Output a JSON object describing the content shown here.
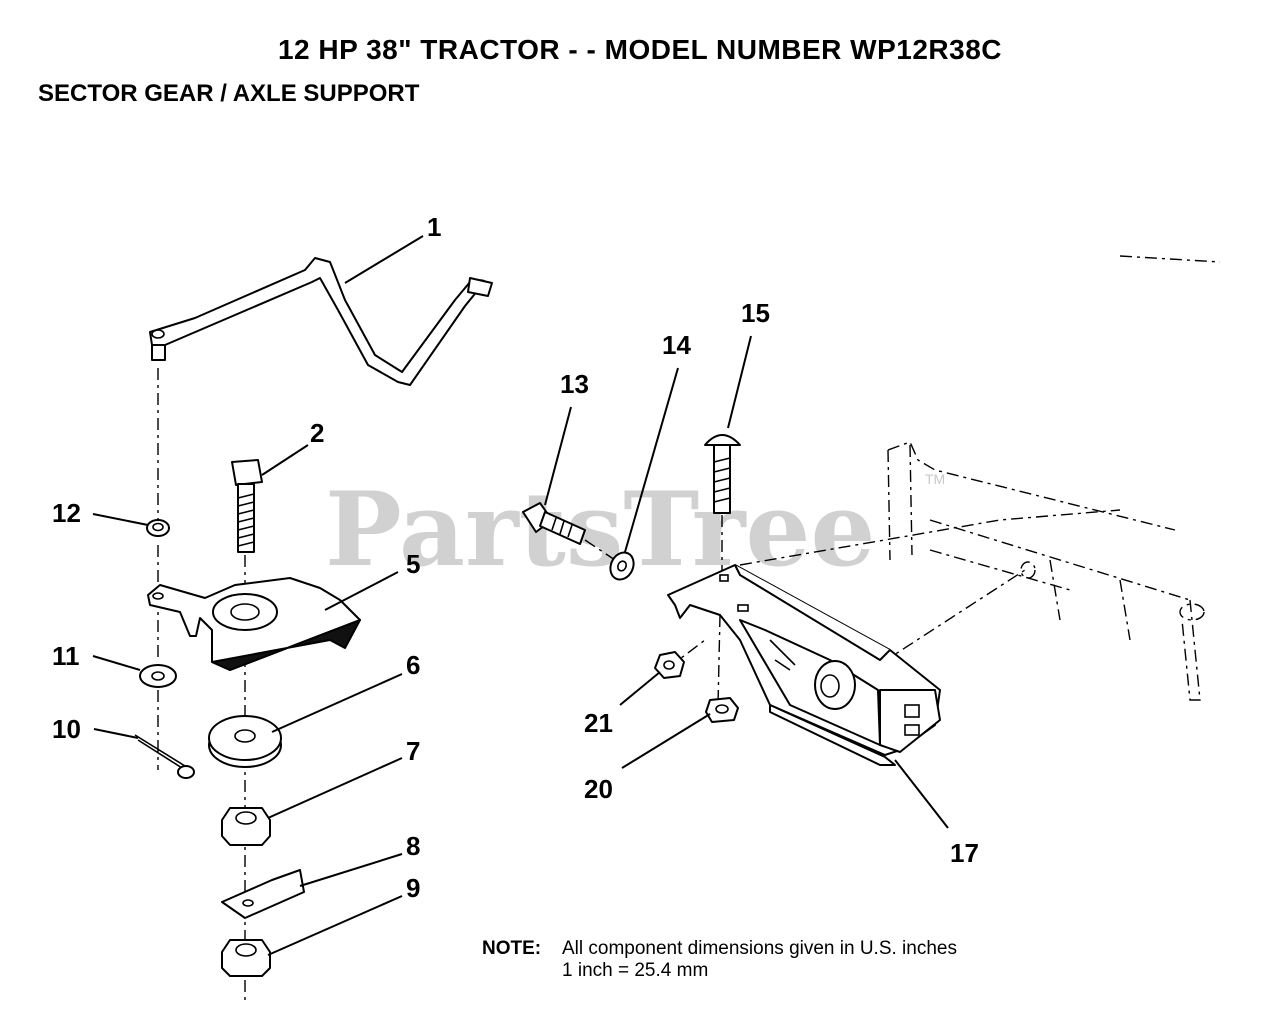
{
  "header": {
    "title": "12 HP 38\" TRACTOR - - MODEL NUMBER WP12R38C",
    "subtitle": "SECTOR GEAR / AXLE SUPPORT"
  },
  "watermark": {
    "text": "PartsTree",
    "tm": "TM"
  },
  "callouts": {
    "c1": "1",
    "c2": "2",
    "c5": "5",
    "c6": "6",
    "c7": "7",
    "c8": "8",
    "c9": "9",
    "c10": "10",
    "c11": "11",
    "c12": "12",
    "c13": "13",
    "c14": "14",
    "c15": "15",
    "c17": "17",
    "c20": "20",
    "c21": "21"
  },
  "note": {
    "label": "NOTE:",
    "line1": "All component dimensions given in U.S. inches",
    "line2": "1 inch = 25.4 mm"
  }
}
